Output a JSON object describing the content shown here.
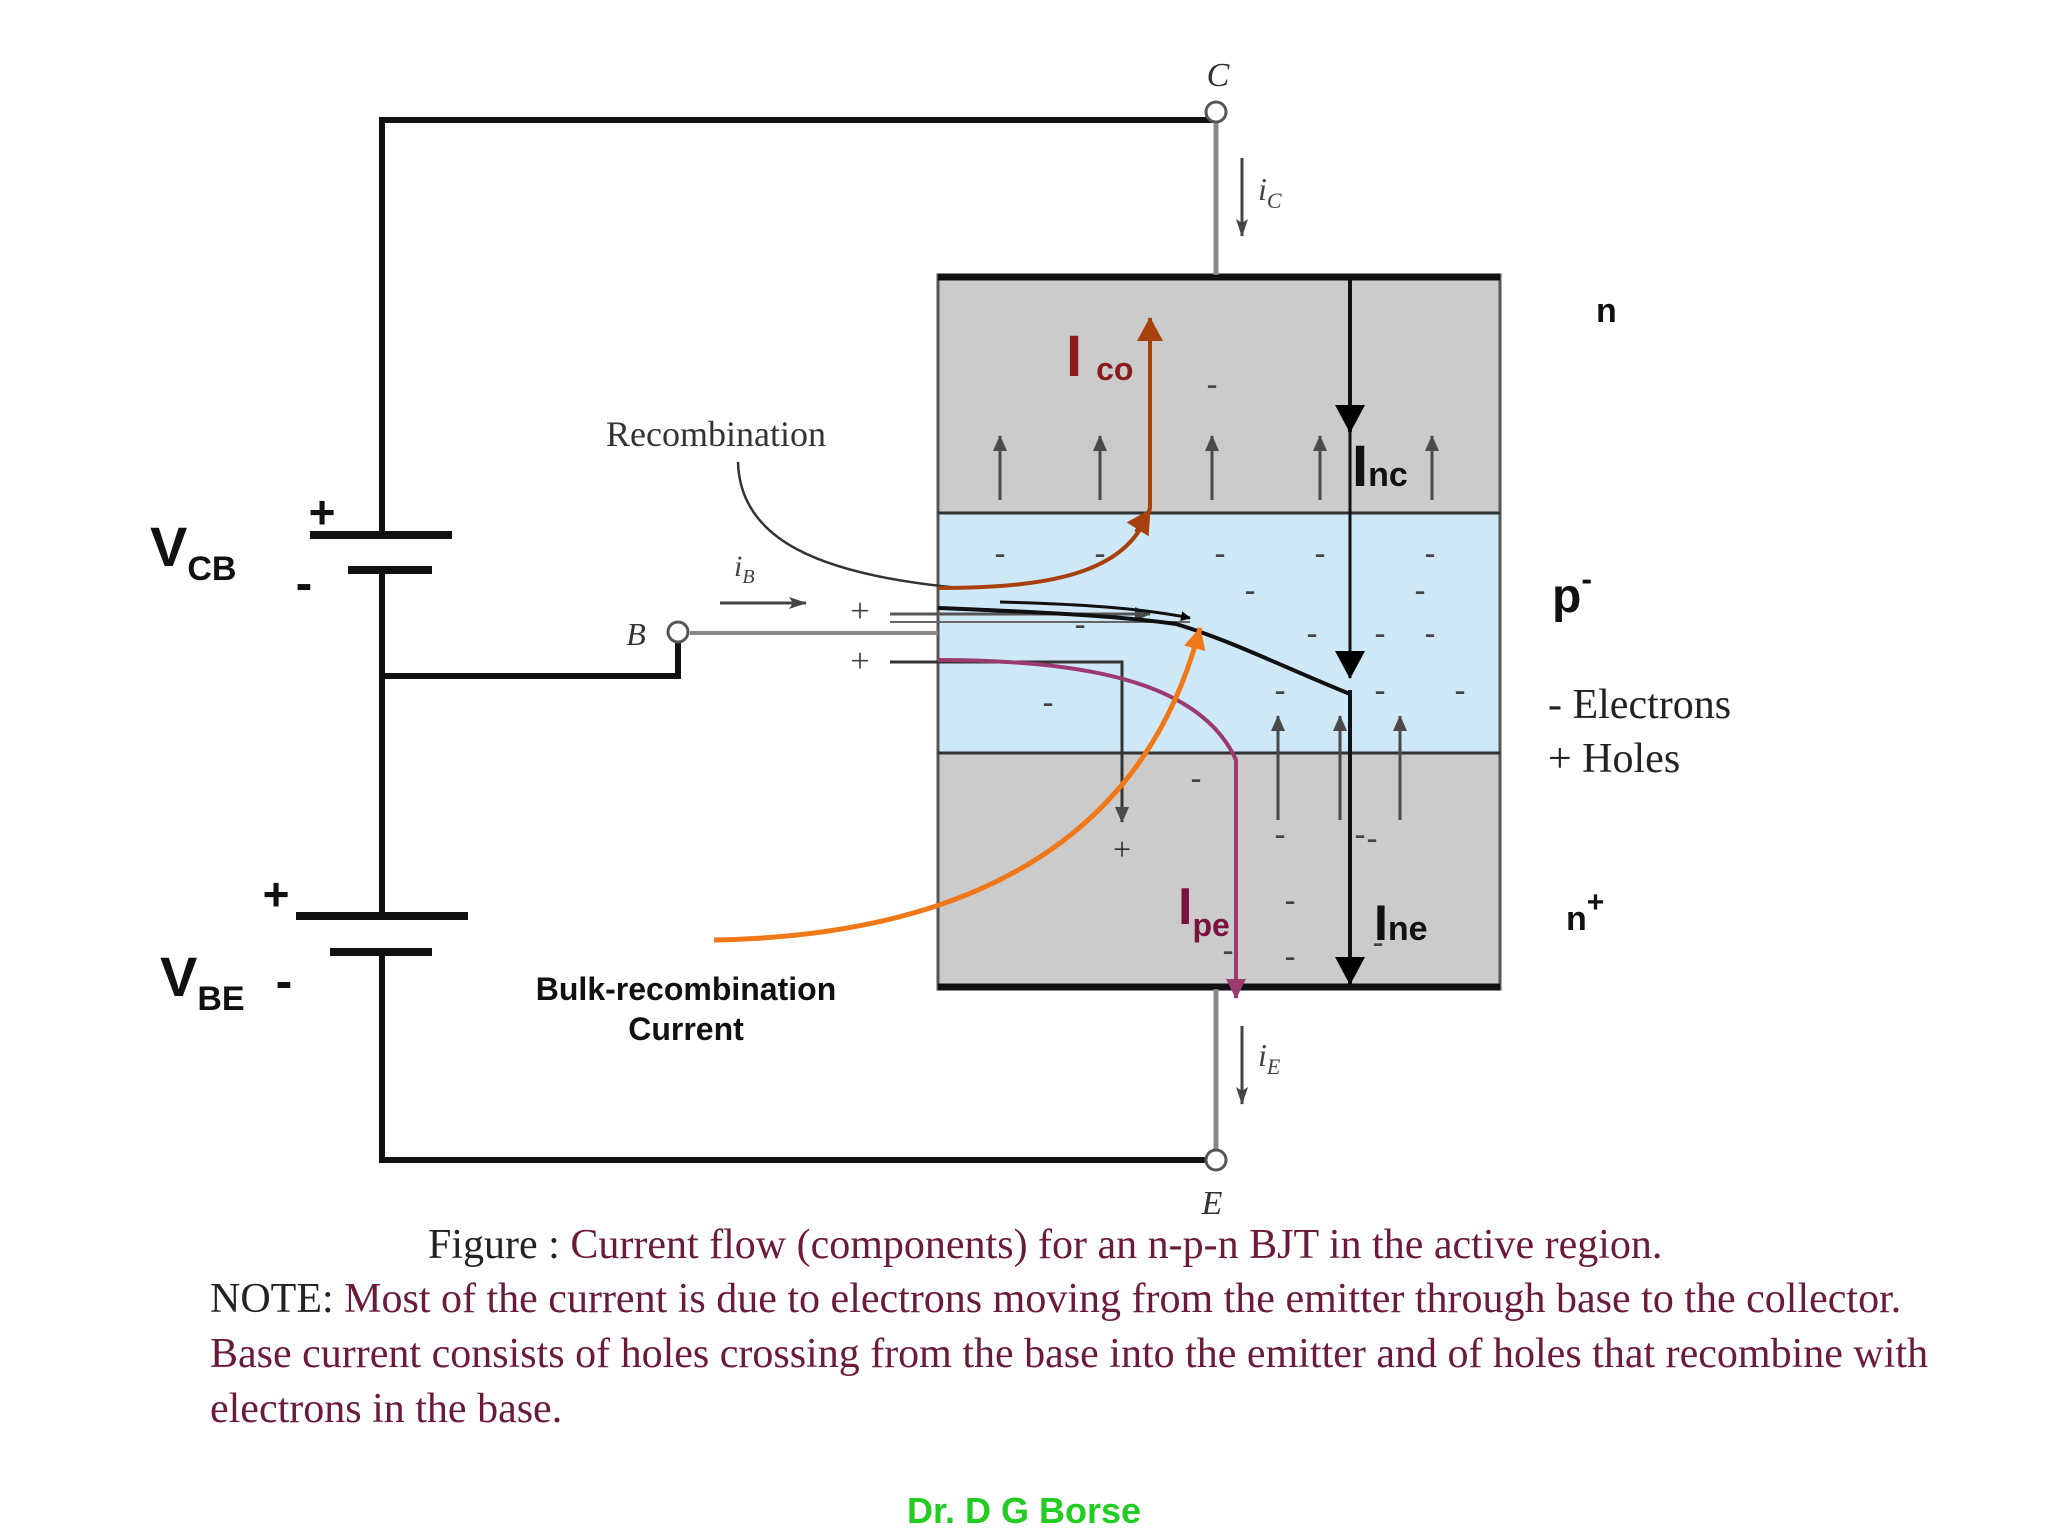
{
  "terminals": {
    "collector": "C",
    "base": "B",
    "emitter": "E"
  },
  "currents": {
    "ic": {
      "main": "i",
      "sub": "C"
    },
    "ib": {
      "main": "i",
      "sub": "B"
    },
    "ie": {
      "main": "i",
      "sub": "E"
    },
    "ico": {
      "main": "I",
      "sub": "co"
    },
    "inc": {
      "main": "I",
      "sub": "nc"
    },
    "ipe": {
      "main": "I",
      "sub": "pe"
    },
    "ine": {
      "main": "I",
      "sub": "ne"
    }
  },
  "sources": {
    "vcb": {
      "main": "V",
      "sub": "CB",
      "plus": "+",
      "minus": "-"
    },
    "vbe": {
      "main": "V",
      "sub": "BE",
      "plus": "+",
      "minus": "-"
    }
  },
  "regions": {
    "collector": {
      "main": "n",
      "sup": ""
    },
    "base": {
      "main": "p",
      "sup": "-"
    },
    "emitter": {
      "main": "n",
      "sup": "+"
    }
  },
  "legend": {
    "electrons": "- Electrons",
    "holes": "+ Holes"
  },
  "annotations": {
    "recombination": "Recombination",
    "bulk_line1": "Bulk-recombination",
    "bulk_line2": "Current"
  },
  "charges": {
    "electron": "-",
    "hole": "+"
  },
  "caption": {
    "figure_lead": "Figure : ",
    "figure_text": "Current flow (components) for an n-p-n BJT in the active region.",
    "note_lead": "NOTE: ",
    "note_text": "Most of the current is due to electrons moving from the emitter through base to the collector. Base current consists of holes crossing from the base into the emitter and of holes that recombine with electrons in the base."
  },
  "credit": "Dr. D G Borse",
  "colors": {
    "collector_region": "#cbcbcb",
    "base_region": "#cfe8f7",
    "emitter_region": "#cbcbcb",
    "ico_arrow": "#a8400e",
    "ico_label": "#8b1a1a",
    "ipe_arrow": "#9a3a6e",
    "ipe_label": "#7a1240",
    "bulk_arrow": "#f07818",
    "caption_text": "#6b1a3c",
    "credit": "#22cc22"
  }
}
